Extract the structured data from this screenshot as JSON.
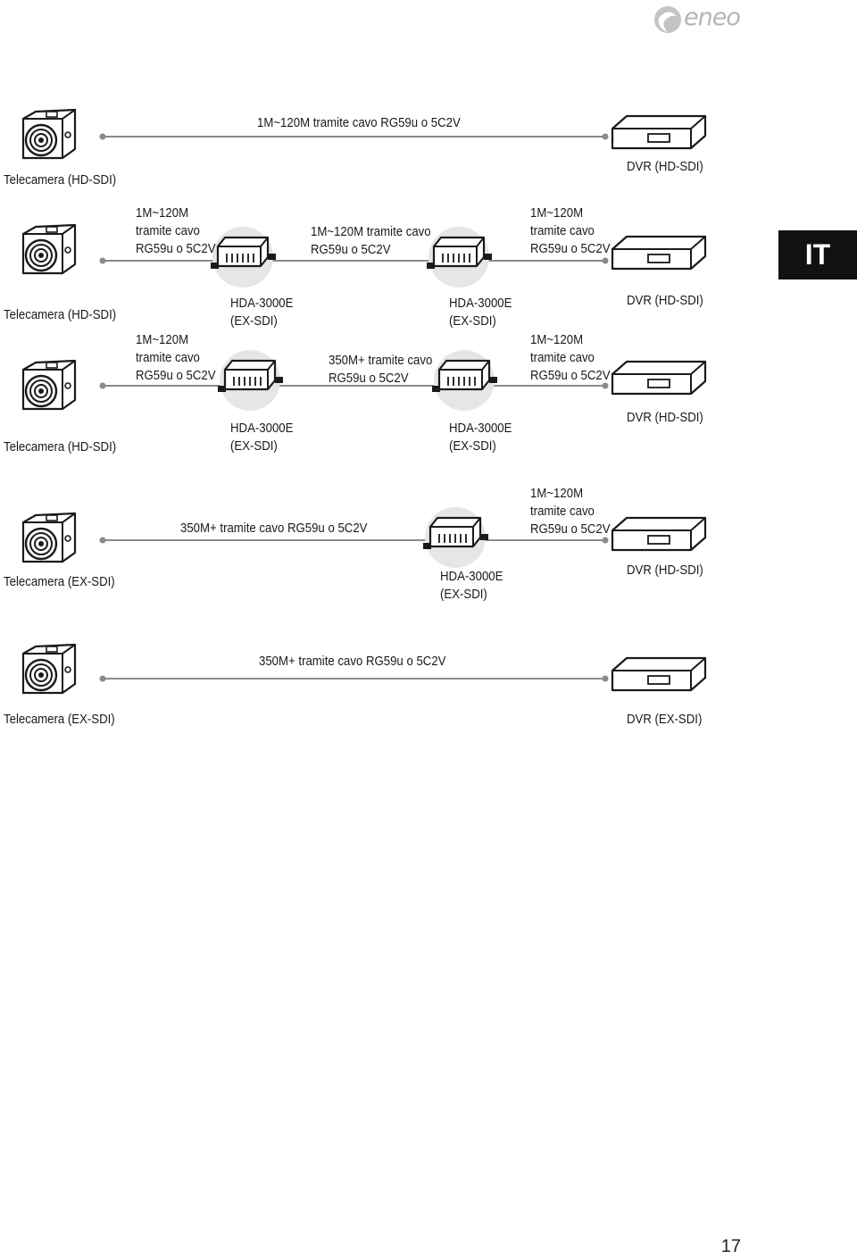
{
  "brand": {
    "logo_text": "eneo"
  },
  "language_tab": "IT",
  "page_number": "17",
  "scenario1": {
    "cable_label": "1M~120M tramite cavo RG59u o 5C2V",
    "camera_label": "Telecamera (HD-SDI)",
    "dvr_label": "DVR (HD-SDI)"
  },
  "scenario2": {
    "cable1_label": "1M~120M\ntramite cavo\nRG59u o 5C2V",
    "cable2_label": "1M~120M tramite cavo\nRG59u o 5C2V",
    "cable3_label": "1M~120M\ntramite cavo\nRG59u o 5C2V",
    "camera_label": "Telecamera (HD-SDI)",
    "hda1_label": "HDA-3000E\n(EX-SDI)",
    "hda2_label": "HDA-3000E\n(EX-SDI)",
    "dvr_label": "DVR (HD-SDI)"
  },
  "scenario3": {
    "cable1_label": "1M~120M\ntramite cavo\nRG59u o 5C2V",
    "cable2_label": "350M+ tramite cavo\nRG59u o 5C2V",
    "cable3_label": "1M~120M\ntramite cavo\nRG59u o 5C2V",
    "camera_label": "Telecamera (HD-SDI)",
    "hda1_label": "HDA-3000E\n(EX-SDI)",
    "hda2_label": "HDA-3000E\n(EX-SDI)",
    "dvr_label": "DVR (HD-SDI)"
  },
  "scenario4": {
    "cable1_label": "350M+ tramite cavo RG59u o 5C2V",
    "cable2_label": "1M~120M\ntramite cavo\nRG59u o 5C2V",
    "camera_label": "Telecamera (EX-SDI)",
    "hda_label": "HDA-3000E\n(EX-SDI)",
    "dvr_label": "DVR (HD-SDI)"
  },
  "scenario5": {
    "cable_label": "350M+ tramite cavo RG59u o 5C2V",
    "camera_label": "Telecamera (EX-SDI)",
    "dvr_label": "DVR (EX-SDI)"
  },
  "colors": {
    "line": "#8a8a8a",
    "device_outline": "#1a1a1a",
    "halo": "#e6e6e6",
    "tab_bg": "#111111"
  }
}
